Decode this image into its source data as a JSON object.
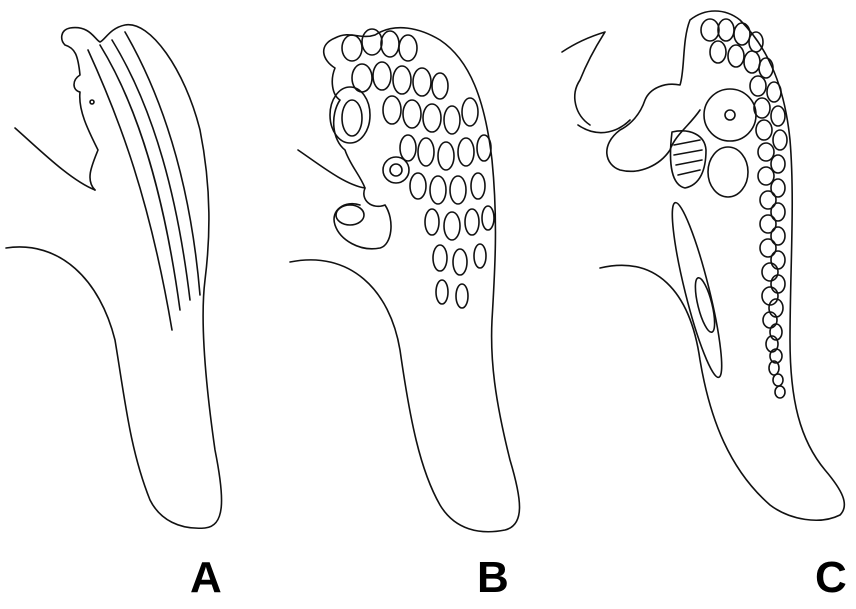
{
  "figure": {
    "panels": [
      {
        "label": "A"
      },
      {
        "label": "B"
      },
      {
        "label": "C"
      }
    ],
    "line_color": "#111111",
    "background": "#ffffff"
  }
}
